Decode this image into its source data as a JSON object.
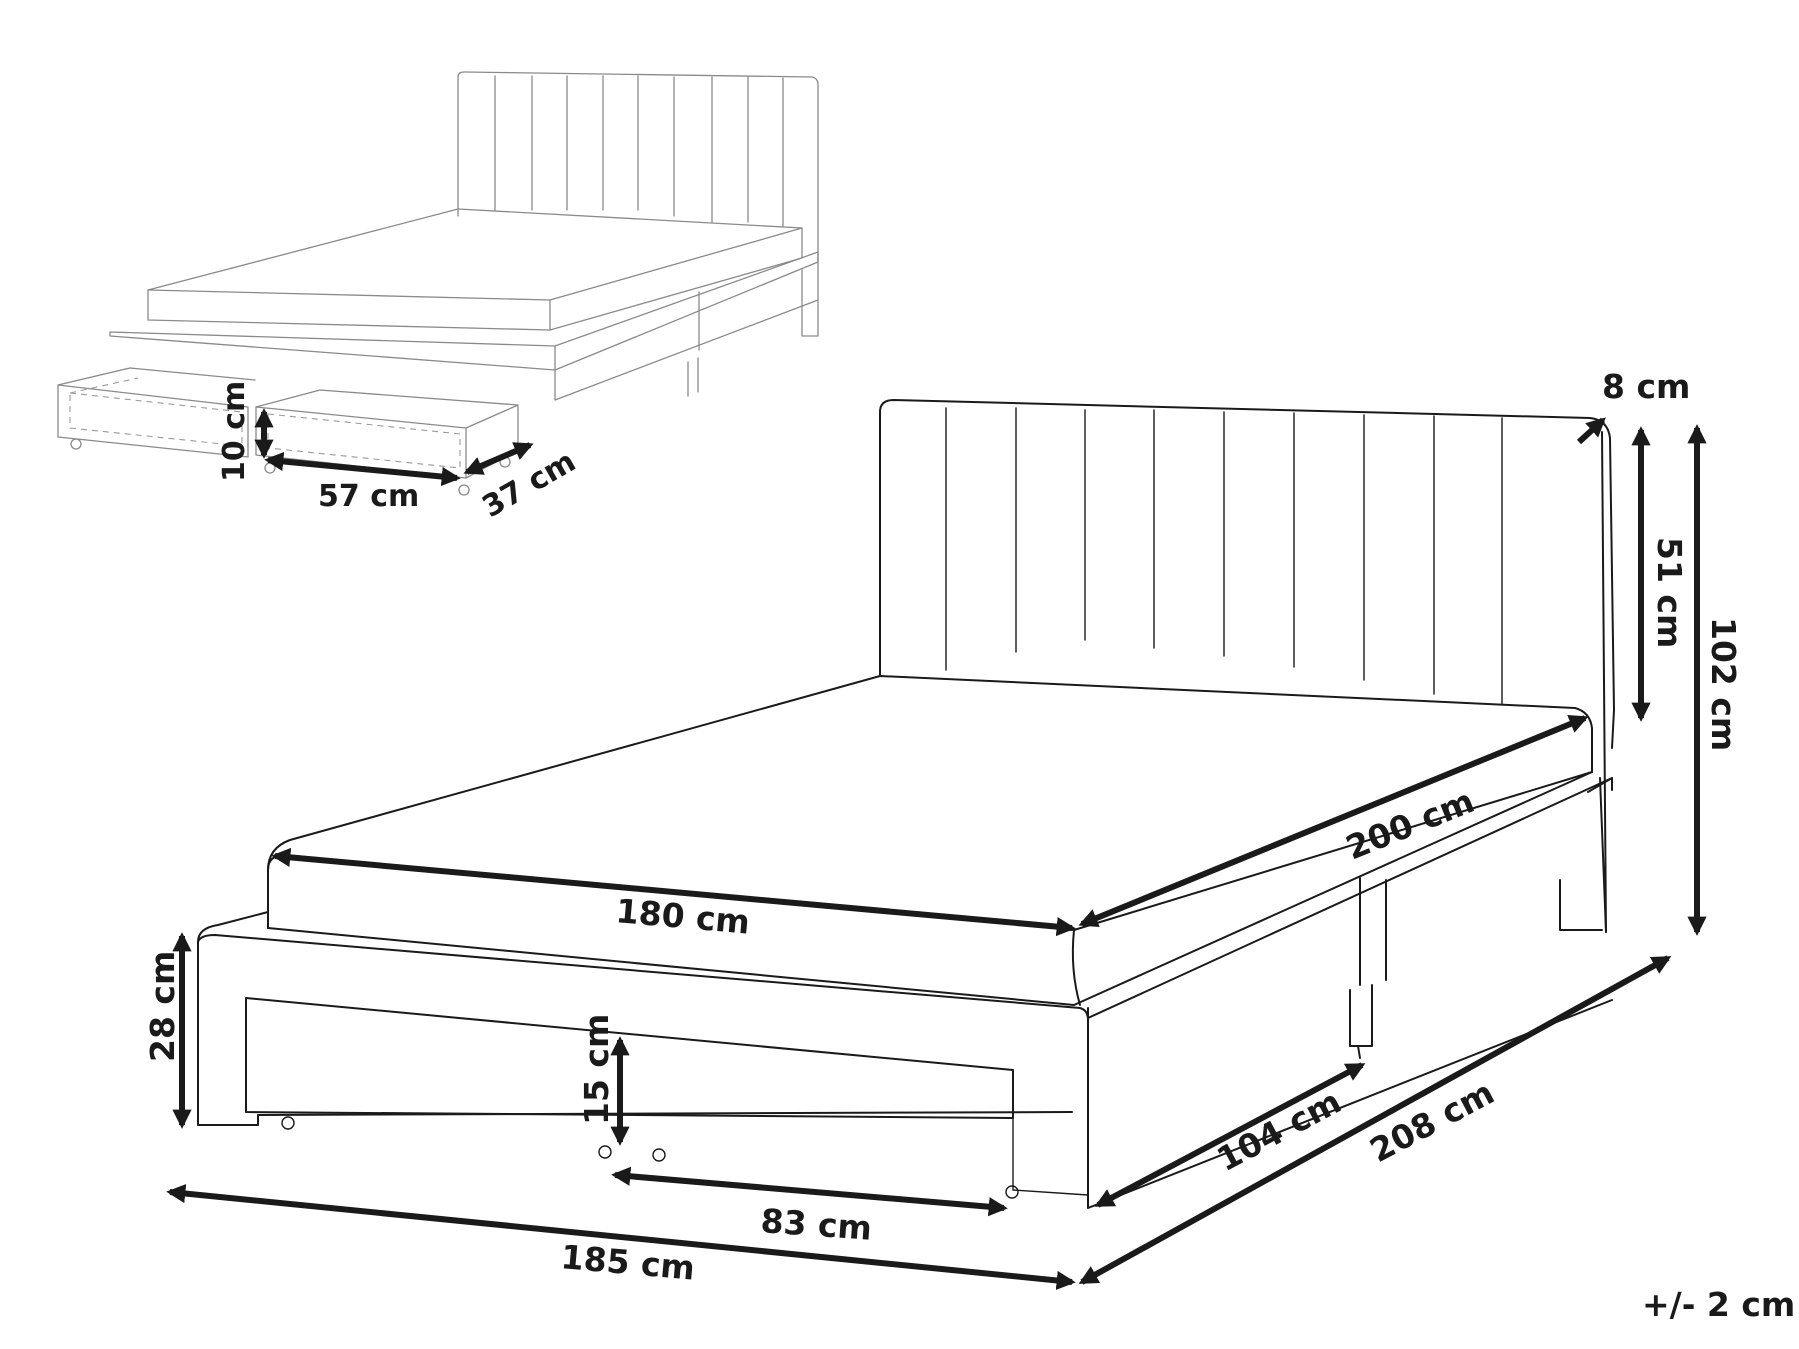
{
  "dimensions": {
    "headboard_depth": "8 cm",
    "headboard_height": "51 cm",
    "total_height": "102 cm",
    "mattress_length": "200 cm",
    "mattress_width": "180 cm",
    "frame_height": "28 cm",
    "drawer_height": "15 cm",
    "drawer_width": "83 cm",
    "drawer_length": "104 cm",
    "total_length": "208 cm",
    "total_width": "185 cm",
    "small_drawer_height": "10 cm",
    "small_drawer_width": "57 cm",
    "small_drawer_depth": "37 cm"
  },
  "tolerance": "+/- 2 cm",
  "colors": {
    "line": "#1a1a1a",
    "faint_line": "#8a8a8a",
    "background": "#ffffff"
  }
}
